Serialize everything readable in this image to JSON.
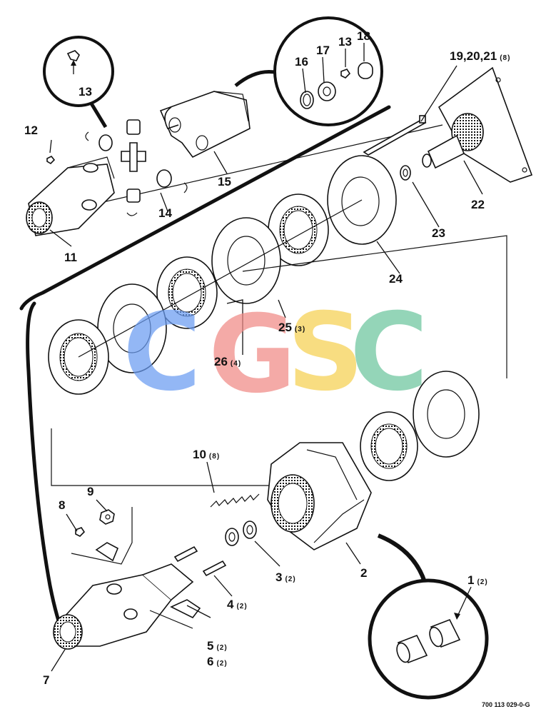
{
  "watermark": {
    "letters": [
      {
        "char": "C",
        "color": "#6a9cf2"
      },
      {
        "char": "G",
        "color": "#f08a86"
      },
      {
        "char": "S",
        "color": "#f6d152"
      },
      {
        "char": "C",
        "color": "#6cc59e"
      }
    ]
  },
  "callouts": {
    "p1": {
      "num": "1",
      "qty": "(2)"
    },
    "p2": {
      "num": "2"
    },
    "p3": {
      "num": "3",
      "qty": "(2)"
    },
    "p4": {
      "num": "4",
      "qty": "(2)"
    },
    "p5": {
      "num": "5",
      "qty": "(2)"
    },
    "p6": {
      "num": "6",
      "qty": "(2)"
    },
    "p7": {
      "num": "7"
    },
    "p8": {
      "num": "8"
    },
    "p9": {
      "num": "9"
    },
    "p10": {
      "num": "10",
      "qty": "(8)"
    },
    "p11": {
      "num": "11"
    },
    "p12": {
      "num": "12"
    },
    "p13a": {
      "num": "13"
    },
    "p13b": {
      "num": "13"
    },
    "p14": {
      "num": "14"
    },
    "p15": {
      "num": "15"
    },
    "p16": {
      "num": "16"
    },
    "p17": {
      "num": "17"
    },
    "p18": {
      "num": "18"
    },
    "p19": {
      "num": "19,20,21",
      "qty": "(8)"
    },
    "p22": {
      "num": "22"
    },
    "p23": {
      "num": "23"
    },
    "p24": {
      "num": "24"
    },
    "p25": {
      "num": "25",
      "qty": "(3)"
    },
    "p26": {
      "num": "26",
      "qty": "(4)"
    }
  },
  "figure_ref": "700 113 029-0-G"
}
